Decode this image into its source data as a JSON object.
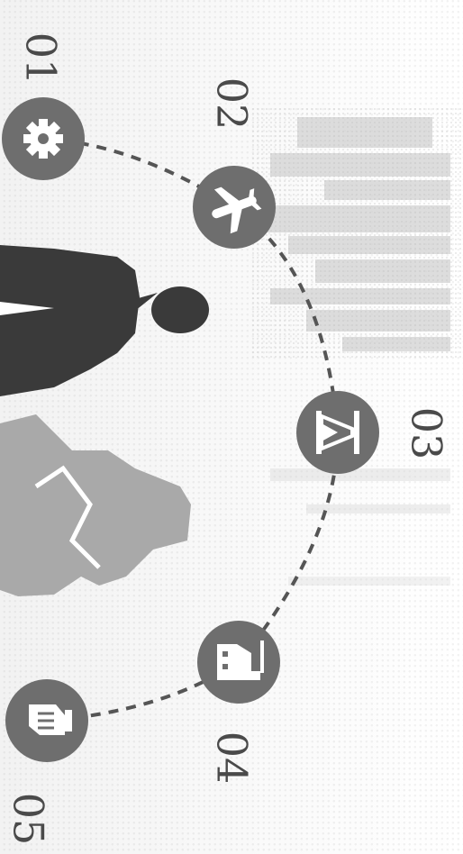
{
  "steps": [
    {
      "number": "01",
      "icon": "gear-icon"
    },
    {
      "number": "02",
      "icon": "airplane-icon"
    },
    {
      "number": "03",
      "icon": "hourglass-icon"
    },
    {
      "number": "04",
      "icon": "factory-icon"
    },
    {
      "number": "05",
      "icon": "handshake-icon"
    }
  ],
  "colors": {
    "circle": "#6e6e6e",
    "icon": "#ffffff",
    "dashes": "#555555",
    "silhouette_dark": "#3a3a3a",
    "silhouette_light": "#a9a9a9",
    "skyline": "#d2d2d2"
  }
}
